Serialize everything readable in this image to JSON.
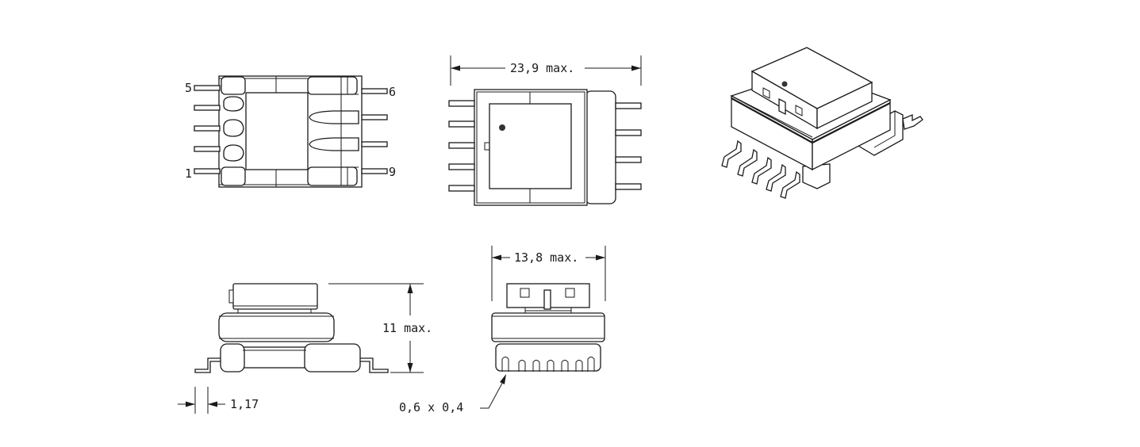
{
  "views": {
    "top_view": {
      "pin_labels": {
        "pin5": "5",
        "pin1": "1",
        "pin6": "6",
        "pin9": "9"
      }
    },
    "front_view": {
      "width_dimension": "23,9 max."
    },
    "side_view": {
      "height_dimension": "11 max.",
      "pin_thickness": "1,17"
    },
    "end_view": {
      "width_dimension": "13,8 max.",
      "pin_size": "0,6 x 0,4"
    }
  },
  "colors": {
    "line": "#1a1a1a",
    "background": "#ffffff"
  }
}
